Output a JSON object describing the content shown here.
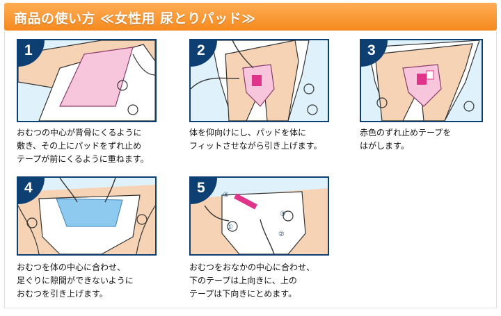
{
  "header": {
    "title": "商品の使い方 ≪女性用 尿とりパッド≫"
  },
  "colors": {
    "header_orange": "#f68a1e",
    "step_navy": "#0d3f73",
    "panel_blue": "#dff2fb",
    "skin": "#f6d3b5",
    "pad_pink": "#f7c6dd",
    "tape_red": "#e0338a"
  },
  "steps": [
    {
      "number": "1",
      "caption": [
        "おむつの中心が背骨にくるように",
        "敷き、その上にパッドをずれ止め",
        "テープが前にくるように重ねます。"
      ]
    },
    {
      "number": "2",
      "caption": [
        "体を仰向けにし、パッドを体に",
        "フィットさせながら引き上げます。"
      ]
    },
    {
      "number": "3",
      "caption": [
        "赤色のずれ止めテープを",
        "はがします。"
      ]
    },
    {
      "number": "4",
      "caption": [
        "おむつを体の中心に合わせ、",
        "足ぐりに隙間ができないように",
        "おむつを引き上げます。"
      ]
    },
    {
      "number": "5",
      "caption": [
        "おむつをおなかの中心に合わせ、",
        "下のテープは上向きに、上の",
        "テープは下向きにとめます。"
      ]
    }
  ],
  "step5_tape_marks": [
    "①",
    "②",
    "③",
    "④"
  ]
}
